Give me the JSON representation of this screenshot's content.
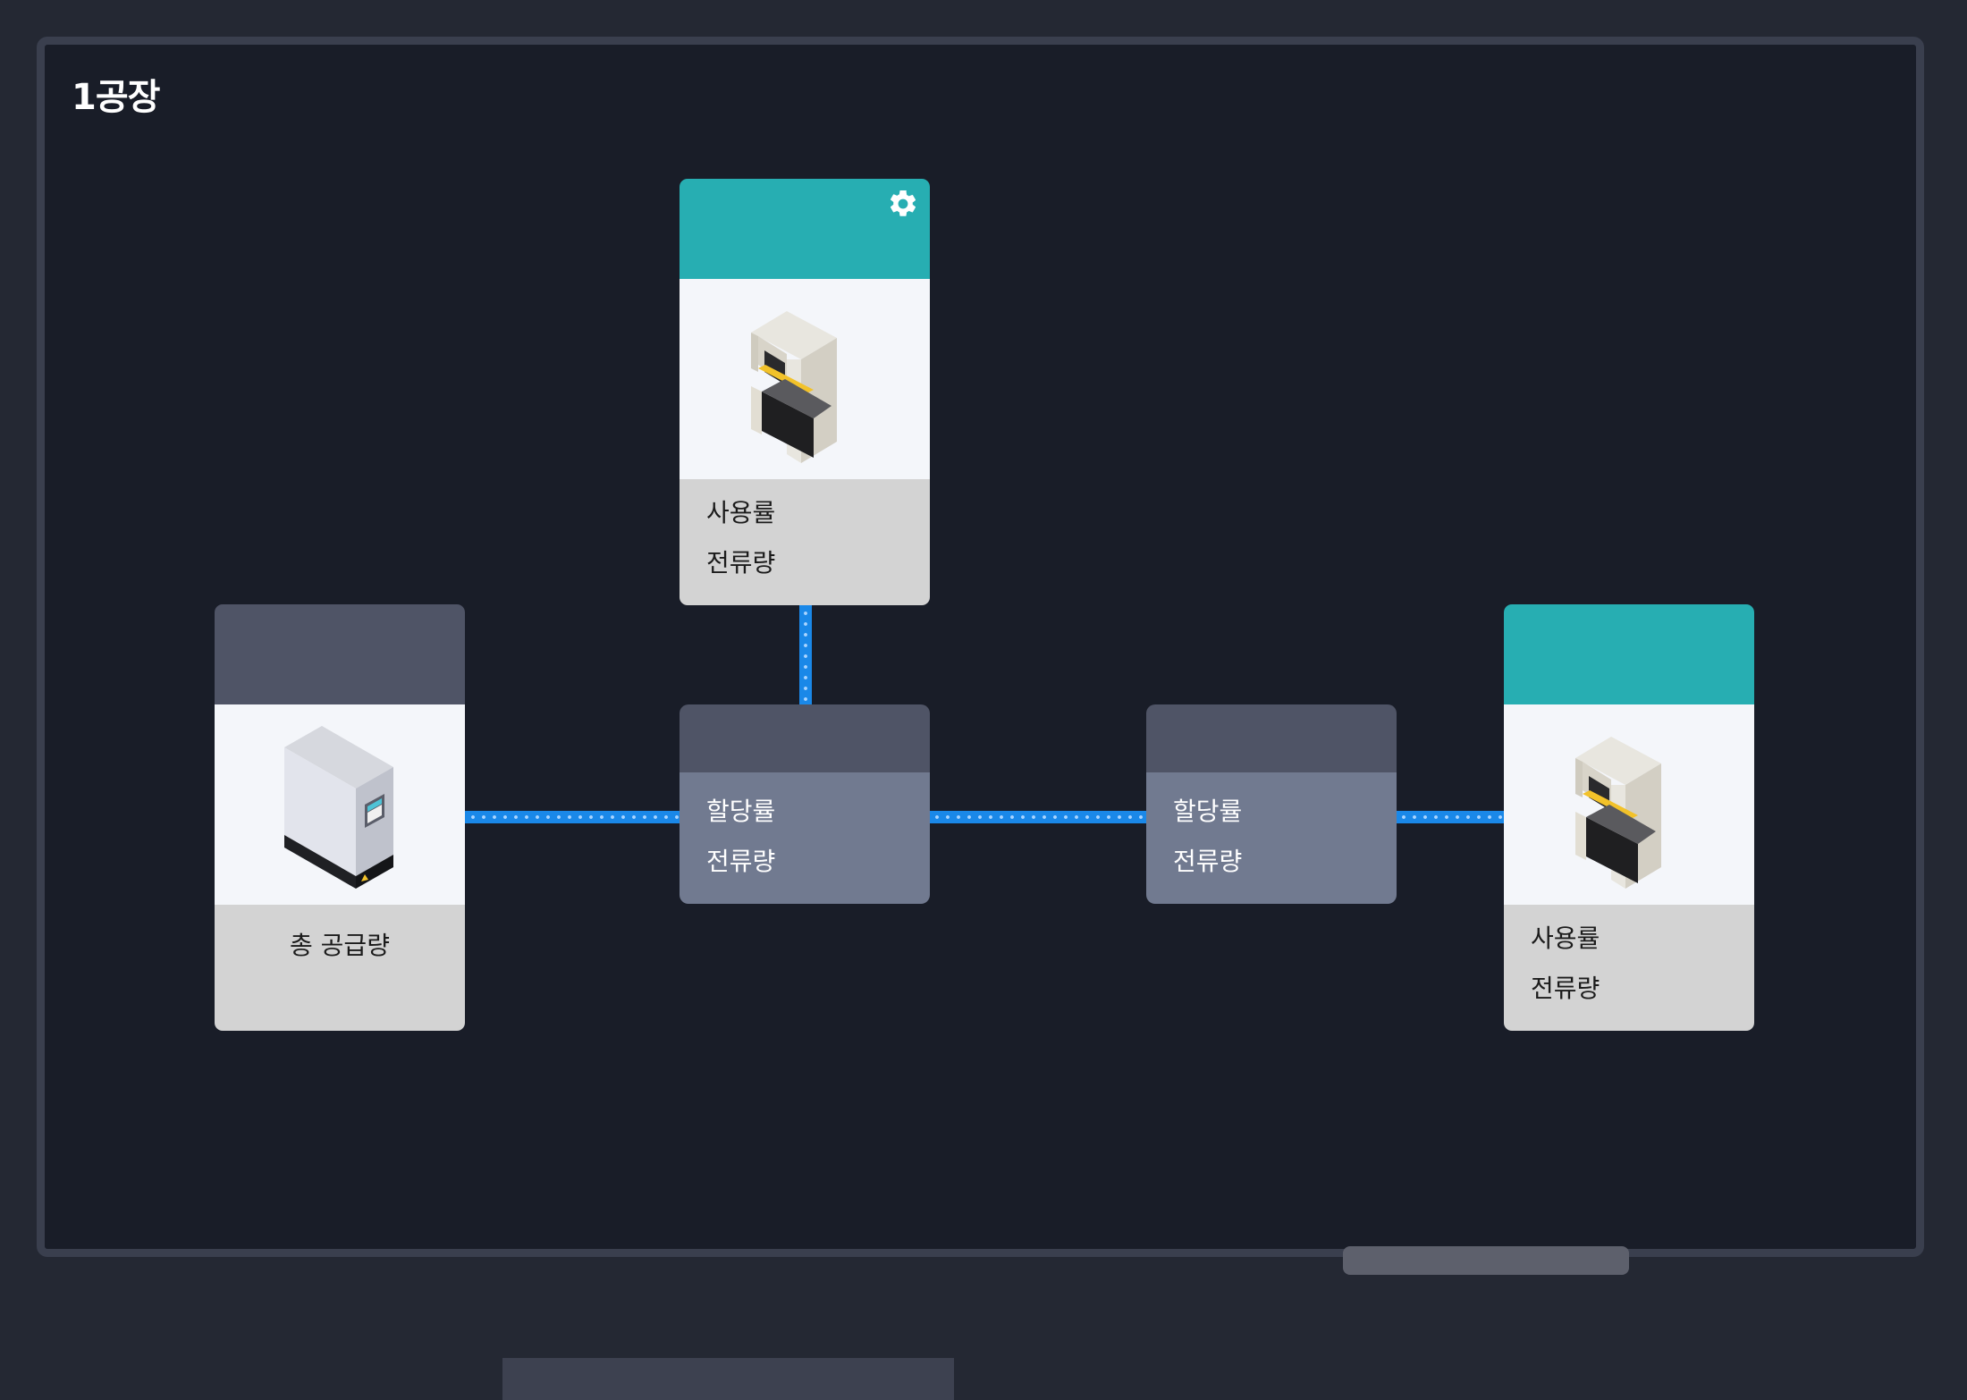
{
  "page": {
    "title": "1공장"
  },
  "nodes": {
    "supply": {
      "label": "총 공급량"
    },
    "machine_top": {
      "usage_label": "사용률",
      "current_label": "전류량"
    },
    "machine_right": {
      "usage_label": "사용률",
      "current_label": "전류량"
    }
  },
  "switches": {
    "left": {
      "alloc_label": "할당률",
      "current_label": "전류량"
    },
    "right": {
      "alloc_label": "할당률",
      "current_label": "전류량"
    }
  },
  "icons": {
    "settings": "gear-icon",
    "machine": "press-machine-icon",
    "supply": "power-cabinet-icon"
  },
  "colors": {
    "background": "#191d28",
    "machine_header": "#27aeb2",
    "idle_header": "#4f5466",
    "switch_body": "#717a90",
    "link": "#1a88e8"
  }
}
